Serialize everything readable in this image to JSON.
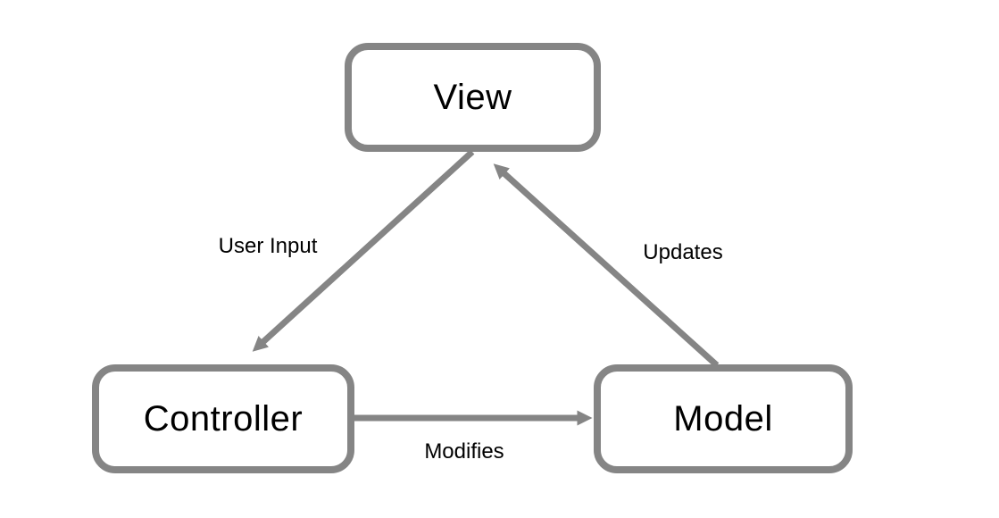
{
  "diagram": {
    "background": "#ffffff",
    "colors": {
      "line": "#858585",
      "node_border": "#858585",
      "node_fill": "#ffffff",
      "text": "#000000"
    },
    "nodes": {
      "view": {
        "label": "View"
      },
      "controller": {
        "label": "Controller"
      },
      "model": {
        "label": "Model"
      }
    },
    "edges": {
      "user_input": {
        "label": "User Input",
        "from": "View",
        "to": "Controller"
      },
      "modifies": {
        "label": "Modifies",
        "from": "Controller",
        "to": "Model"
      },
      "updates": {
        "label": "Updates",
        "from": "Model",
        "to": "View"
      }
    }
  }
}
